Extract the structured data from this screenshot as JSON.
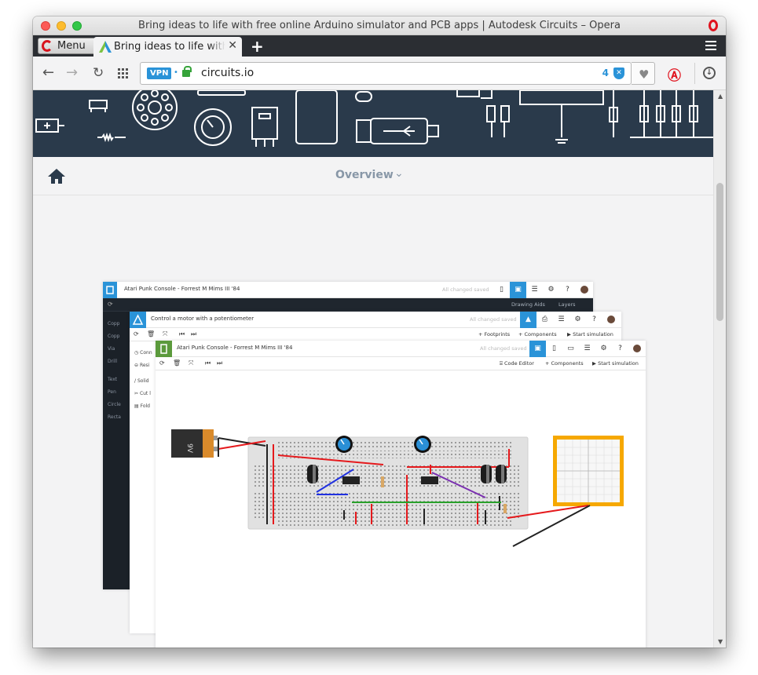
{
  "window": {
    "title": "Bring ideas to life with free online Arduino simulator and PCB apps | Autodesk Circuits – Opera"
  },
  "tabbar": {
    "menu_label": "Menu",
    "tab_title": "Bring ideas to life with free online Arduino simulator and PCB apps | Autodesk Circuits",
    "new_tab": "+"
  },
  "toolbar": {
    "vpn_label": "VPN",
    "url": "circuits.io",
    "blocked_count": "4"
  },
  "page": {
    "overview_label": "Overview"
  },
  "app_pcb": {
    "title": "Atari Punk Console - Forrest M Mims III '84",
    "saved": "All changed saved",
    "actions": [
      "Drawing Aids",
      "Layers"
    ],
    "sidebar": [
      "Copp",
      "Copp",
      "Via",
      "Drill",
      "Text",
      "Pen",
      "Circle",
      "Recta"
    ]
  },
  "app_motor": {
    "title": "Control a motor with a potentiometer",
    "saved": "All changed saved",
    "actions": [
      "Footprints",
      "Components",
      "Start simulation"
    ],
    "sidebar": [
      "Conn",
      "Resi",
      "Solid",
      "Cut l",
      "Fold"
    ]
  },
  "app_breadboard": {
    "title": "Atari Punk Console - Forrest M Mims III '84",
    "saved": "All changed saved",
    "actions": [
      "Code Editor",
      "Components",
      "Start simulation"
    ],
    "battery_label": "9V"
  },
  "colors": {
    "hero": "#2a3a4b",
    "accent": "#2a93d8",
    "green_app": "#5b9a3c",
    "opera_red": "#e0131e"
  }
}
